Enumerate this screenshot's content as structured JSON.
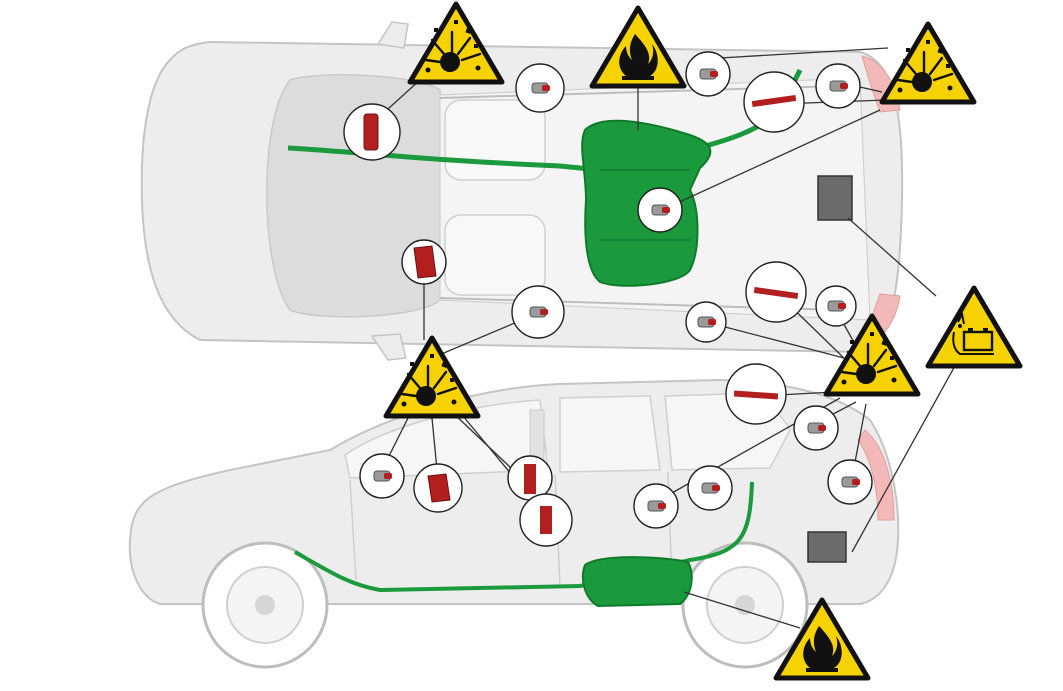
{
  "diagram": {
    "views": [
      "top-view",
      "side-view"
    ],
    "colors": {
      "fuel_system": "#1a9a3c",
      "fuel_system_dark": "#0f7a2a",
      "pyrotechnic_parts": "#b31e1e",
      "battery": "#6b6b6b",
      "car_body": "#e8e8e8",
      "car_outline": "#c4c4c4",
      "warning_yellow": "#f6d200",
      "warning_border": "#111111",
      "tail_light": "#f3b9b9",
      "callout_line": "#333333"
    },
    "warnings": [
      {
        "id": "explosive-1",
        "symbol": "explosive-icon"
      },
      {
        "id": "flammable-1",
        "symbol": "flammable-icon"
      },
      {
        "id": "explosive-2",
        "symbol": "explosive-icon"
      },
      {
        "id": "battery-1",
        "symbol": "battery-acid-icon"
      },
      {
        "id": "explosive-3",
        "symbol": "explosive-icon"
      },
      {
        "id": "explosive-4",
        "symbol": "explosive-icon"
      },
      {
        "id": "flammable-2",
        "symbol": "flammable-icon"
      }
    ],
    "component_types": [
      "airbag-inflator",
      "belt-pretensioner",
      "fuel-tank",
      "fuel-line",
      "battery",
      "side-curtain-inflator"
    ]
  }
}
